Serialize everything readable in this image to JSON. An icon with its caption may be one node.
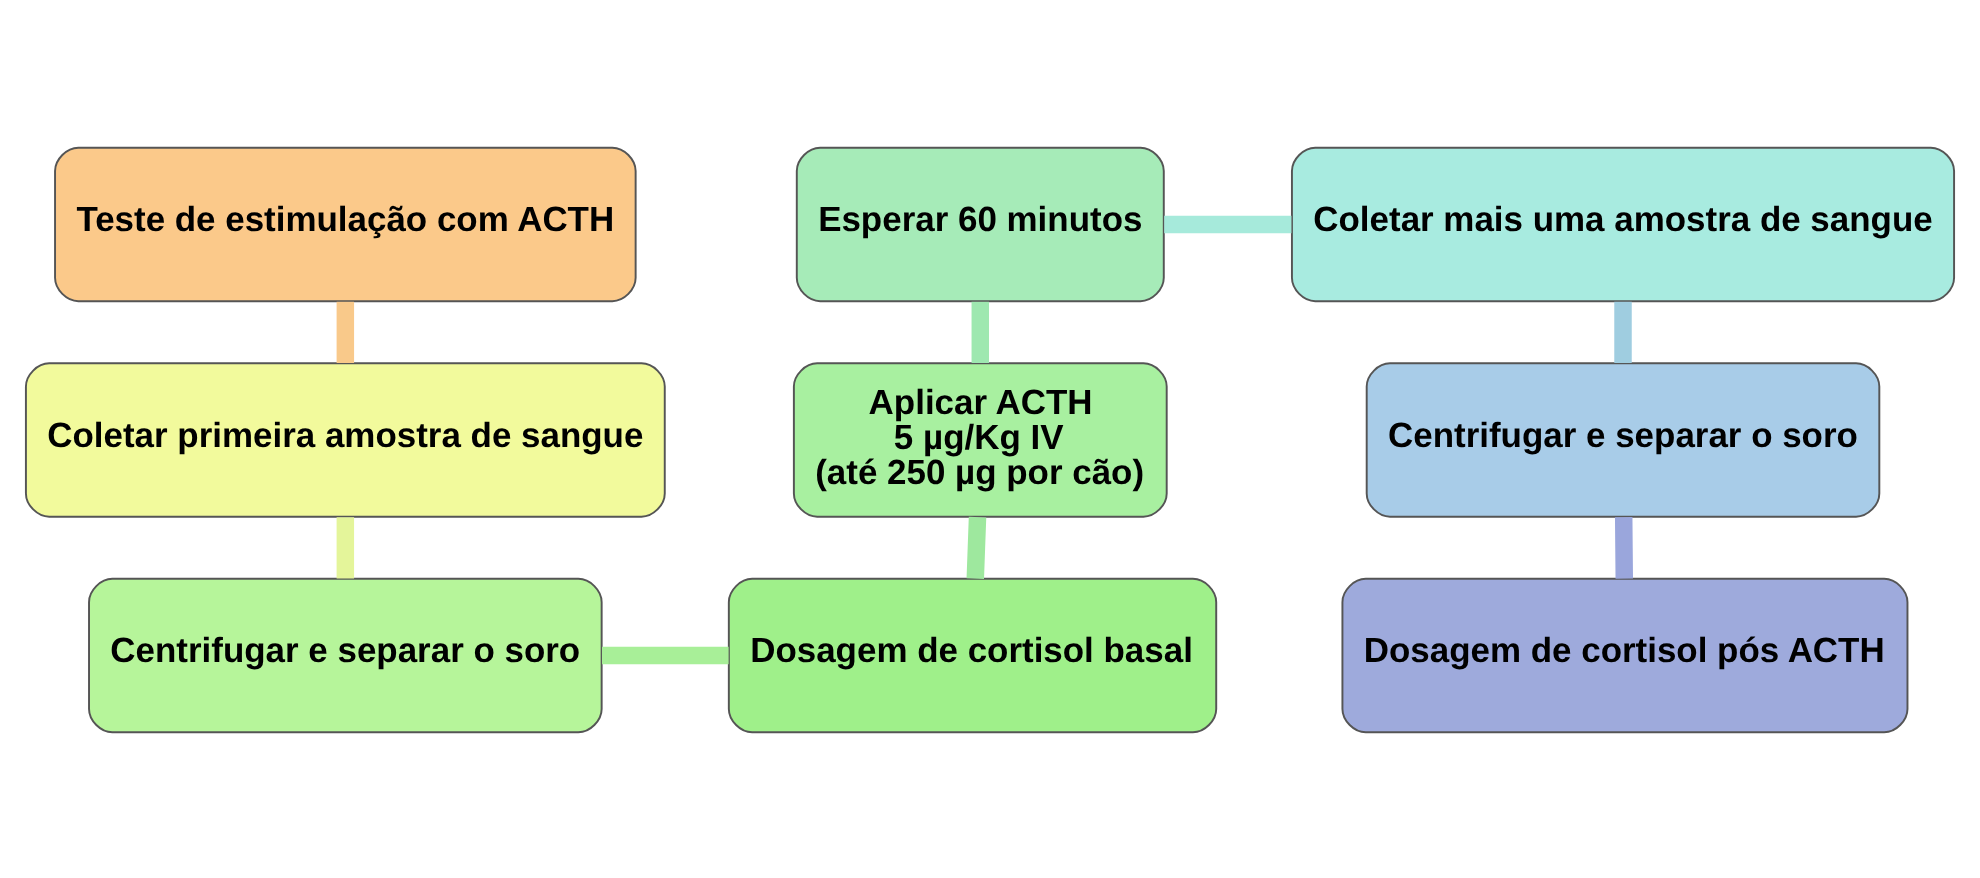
{
  "diagram": {
    "nodes": [
      {
        "text": [
          "Teste de estimulação com ACTH"
        ]
      },
      {
        "text": [
          "Coletar primeira amostra de sangue"
        ]
      },
      {
        "text": [
          "Centrifugar e separar o soro"
        ]
      },
      {
        "text": [
          "Dosagem de cortisol basal"
        ]
      },
      {
        "text": [
          "Aplicar ACTH",
          "5 µg/Kg IV",
          "(até 250 µg por cão)"
        ]
      },
      {
        "text": [
          "Esperar 60 minutos"
        ]
      },
      {
        "text": [
          "Coletar mais uma amostra de sangue"
        ]
      },
      {
        "text": [
          "Centrifugar e separar o soro"
        ]
      },
      {
        "text": [
          "Dosagem de cortisol pós ACTH"
        ]
      }
    ],
    "edges": [
      {
        "from": 0,
        "to": 1,
        "arrow": "none",
        "color": "#f9c98a"
      },
      {
        "from": 1,
        "to": 2,
        "arrow": "none",
        "color": "#e4f59a"
      },
      {
        "from": 2,
        "to": 3,
        "arrow": "none",
        "color": "#a8ef98"
      },
      {
        "from": 3,
        "to": 4,
        "arrow": "none",
        "color": "#9ee89e"
      },
      {
        "from": 4,
        "to": 5,
        "arrow": "none",
        "color": "#9ee8b0"
      },
      {
        "from": 5,
        "to": 6,
        "arrow": "none",
        "color": "#a6eadb"
      },
      {
        "from": 6,
        "to": 7,
        "arrow": "none",
        "color": "#9fcde0"
      },
      {
        "from": 7,
        "to": 8,
        "arrow": "none",
        "color": "#9aa6dc"
      }
    ]
  }
}
